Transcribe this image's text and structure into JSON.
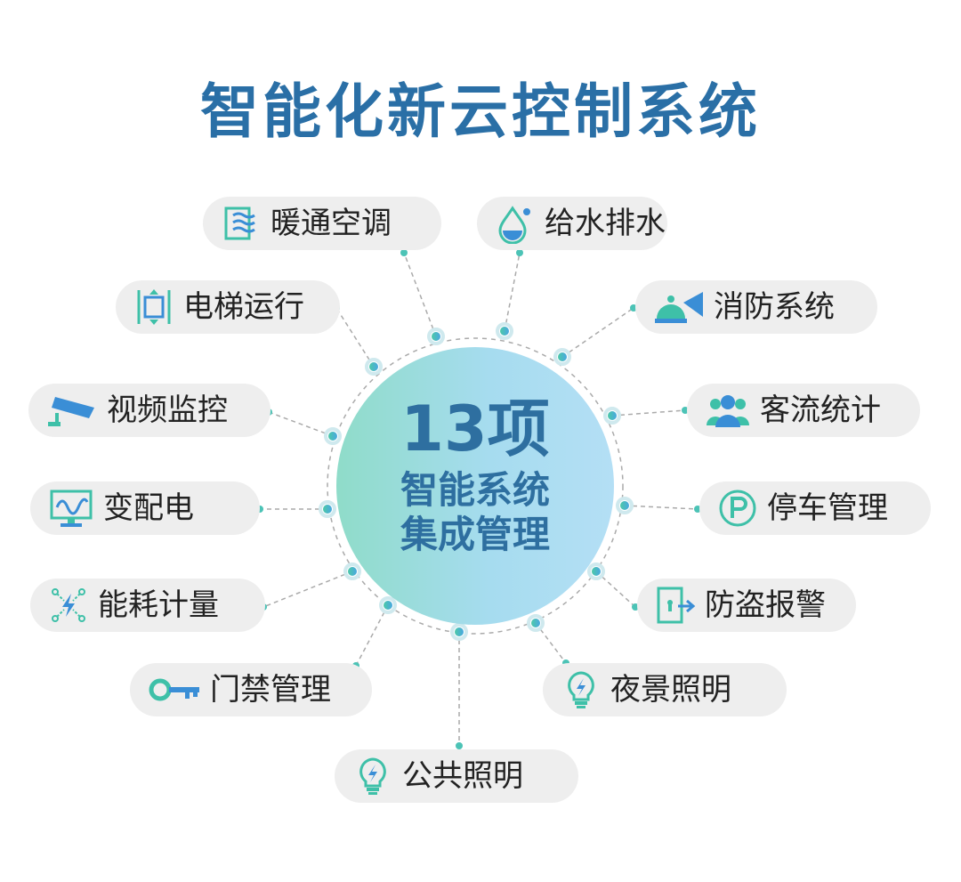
{
  "title": "智能化新云控制系统",
  "hub": {
    "count": "13项",
    "line1": "智能系统",
    "line2": "集成管理"
  },
  "systems": [
    {
      "label": "暖通空调",
      "icon": "hvac-icon"
    },
    {
      "label": "给水排水",
      "icon": "water-drop-icon"
    },
    {
      "label": "电梯运行",
      "icon": "elevator-icon"
    },
    {
      "label": "消防系统",
      "icon": "fire-alarm-icon"
    },
    {
      "label": "视频监控",
      "icon": "cctv-camera-icon"
    },
    {
      "label": "客流统计",
      "icon": "people-icon"
    },
    {
      "label": "变配电",
      "icon": "monitor-wave-icon"
    },
    {
      "label": "停车管理",
      "icon": "parking-icon"
    },
    {
      "label": "能耗计量",
      "icon": "energy-network-icon"
    },
    {
      "label": "防盗报警",
      "icon": "door-lock-icon"
    },
    {
      "label": "门禁管理",
      "icon": "key-icon"
    },
    {
      "label": "夜景照明",
      "icon": "light-bulb-icon"
    },
    {
      "label": "公共照明",
      "icon": "light-bulb-icon"
    }
  ],
  "colors": {
    "title": "#2a6fa6",
    "hub_text": "#2e6fa0",
    "icon_teal": "#3ec0a8",
    "icon_blue": "#3a8ed6",
    "connector": "#999999",
    "dot": "#4cc3b6"
  }
}
